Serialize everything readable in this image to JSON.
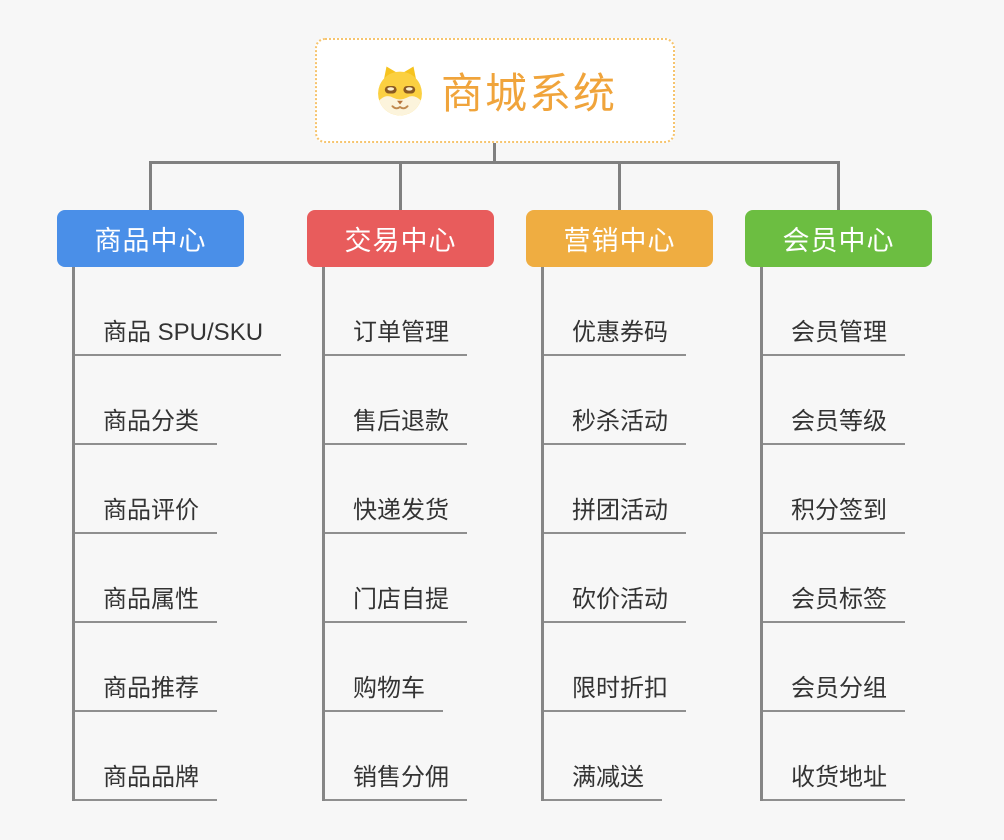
{
  "root": {
    "title": "商城系统",
    "icon": "dog-face-icon",
    "text_color": "#F0A43B",
    "border_color": "#F6C46E",
    "background": "#FFFFFF"
  },
  "canvas": {
    "background_color": "#F7F7F7",
    "connector_color": "#808080",
    "leaf_text_color": "#333333",
    "leaf_underline_color": "#8F8F8F"
  },
  "branches": [
    {
      "label": "商品中心",
      "color": "#4A8FE8",
      "items": [
        "商品 SPU/SKU",
        "商品分类",
        "商品评价",
        "商品属性",
        "商品推荐",
        "商品品牌"
      ]
    },
    {
      "label": "交易中心",
      "color": "#E85C5C",
      "items": [
        "订单管理",
        "售后退款",
        "快递发货",
        "门店自提",
        "购物车",
        "销售分佣"
      ]
    },
    {
      "label": "营销中心",
      "color": "#EFAD41",
      "items": [
        "优惠券码",
        "秒杀活动",
        "拼团活动",
        "砍价活动",
        "限时折扣",
        "满减送"
      ]
    },
    {
      "label": "会员中心",
      "color": "#6CBE41",
      "items": [
        "会员管理",
        "会员等级",
        "积分签到",
        "会员标签",
        "会员分组",
        "收货地址"
      ]
    }
  ]
}
